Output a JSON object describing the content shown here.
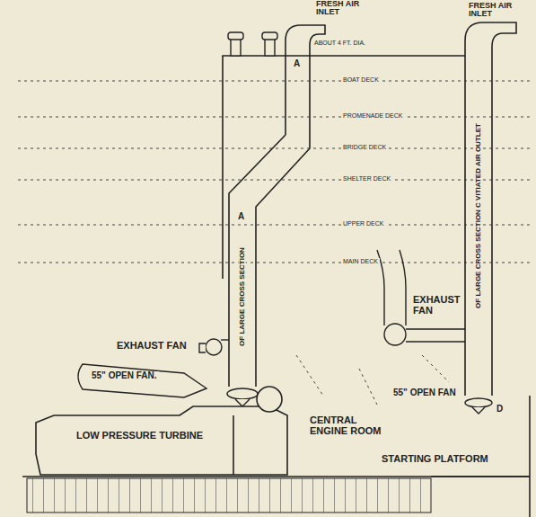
{
  "diagram": {
    "nodes": [
      {
        "text": [
          "LOW PRESSURE TURBINE"
        ]
      }
    ],
    "edges": [],
    "labels": [
      "FRESH AIR INLET",
      "ABOUT 4 FT. DIA.",
      "A",
      "FRESH AIR INLET",
      "BOAT DECK",
      "PROMENADE DECK",
      "BRIDGE DECK",
      "SHELTER DECK",
      "UPPER DECK",
      "MAIN DECK",
      "A",
      "OF LARGE CROSS SECTION",
      "EXHAUST FAN",
      "55\" OPEN FAN.",
      "EXHAUST FAN",
      "OF LARGE CROSS SECTION C VITIATED AIR OUTLET",
      "55\" OPEN FAN",
      "D",
      "CENTRAL ENGINE ROOM",
      "STARTING PLATFORM"
    ]
  }
}
